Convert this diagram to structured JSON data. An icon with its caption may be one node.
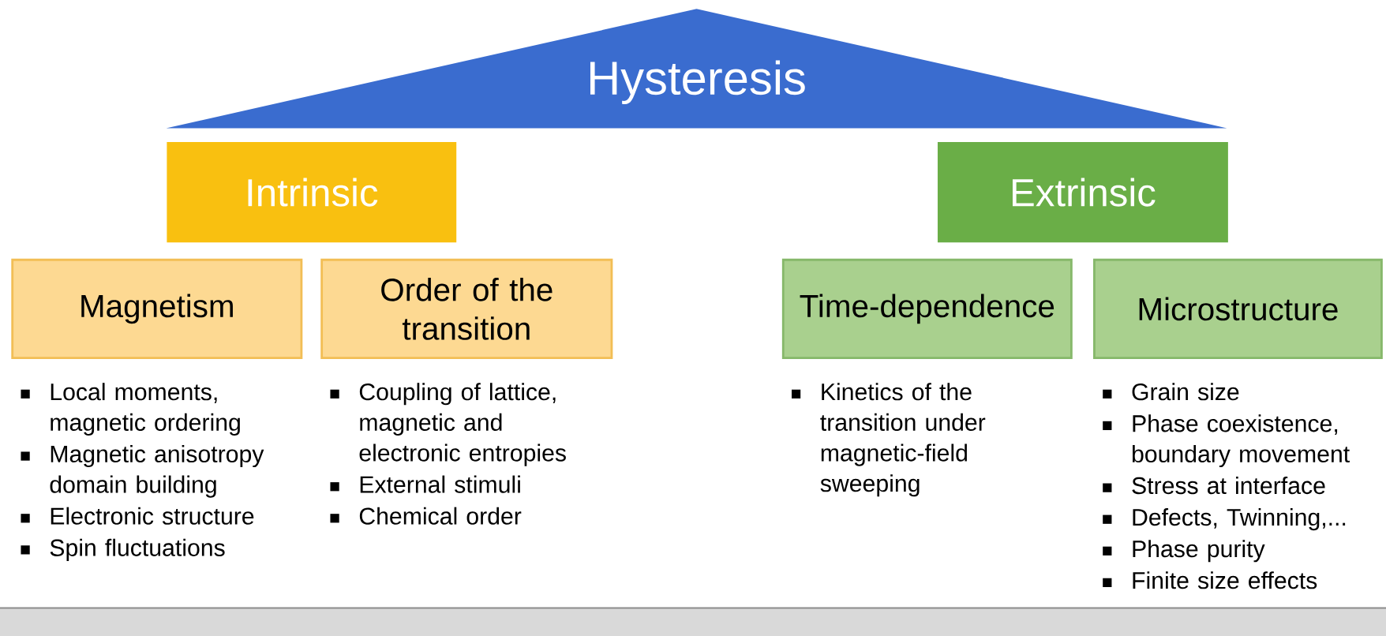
{
  "diagram": {
    "nodes": [
      {
        "text": [
          "Hysteresis"
        ]
      },
      {
        "text": [
          "Intrinsic"
        ]
      },
      {
        "text": [
          "Extrinsic"
        ]
      },
      {
        "text": [
          "Magnetism"
        ],
        "beside": [
          "Local moments, magnetic ordering",
          "Magnetic anisotropy domain building",
          "Electronic structure",
          "Spin fluctuations"
        ]
      },
      {
        "text": [
          "Order of the transition"
        ],
        "beside": [
          "Coupling of lattice, magnetic and electronic entropies",
          "External stimuli",
          "Chemical order"
        ]
      },
      {
        "text": [
          "Time-dependence"
        ],
        "beside": [
          "Kinetics of the transition under magnetic-field sweeping"
        ]
      },
      {
        "text": [
          "Microstructure"
        ],
        "beside": [
          "Grain size",
          "Phase coexistence, boundary movement",
          "Stress at interface",
          "Defects, Twinning,...",
          "Phase purity",
          "Finite size effects"
        ]
      },
      {
        "text": [],
        "shape": "bar"
      }
    ]
  }
}
